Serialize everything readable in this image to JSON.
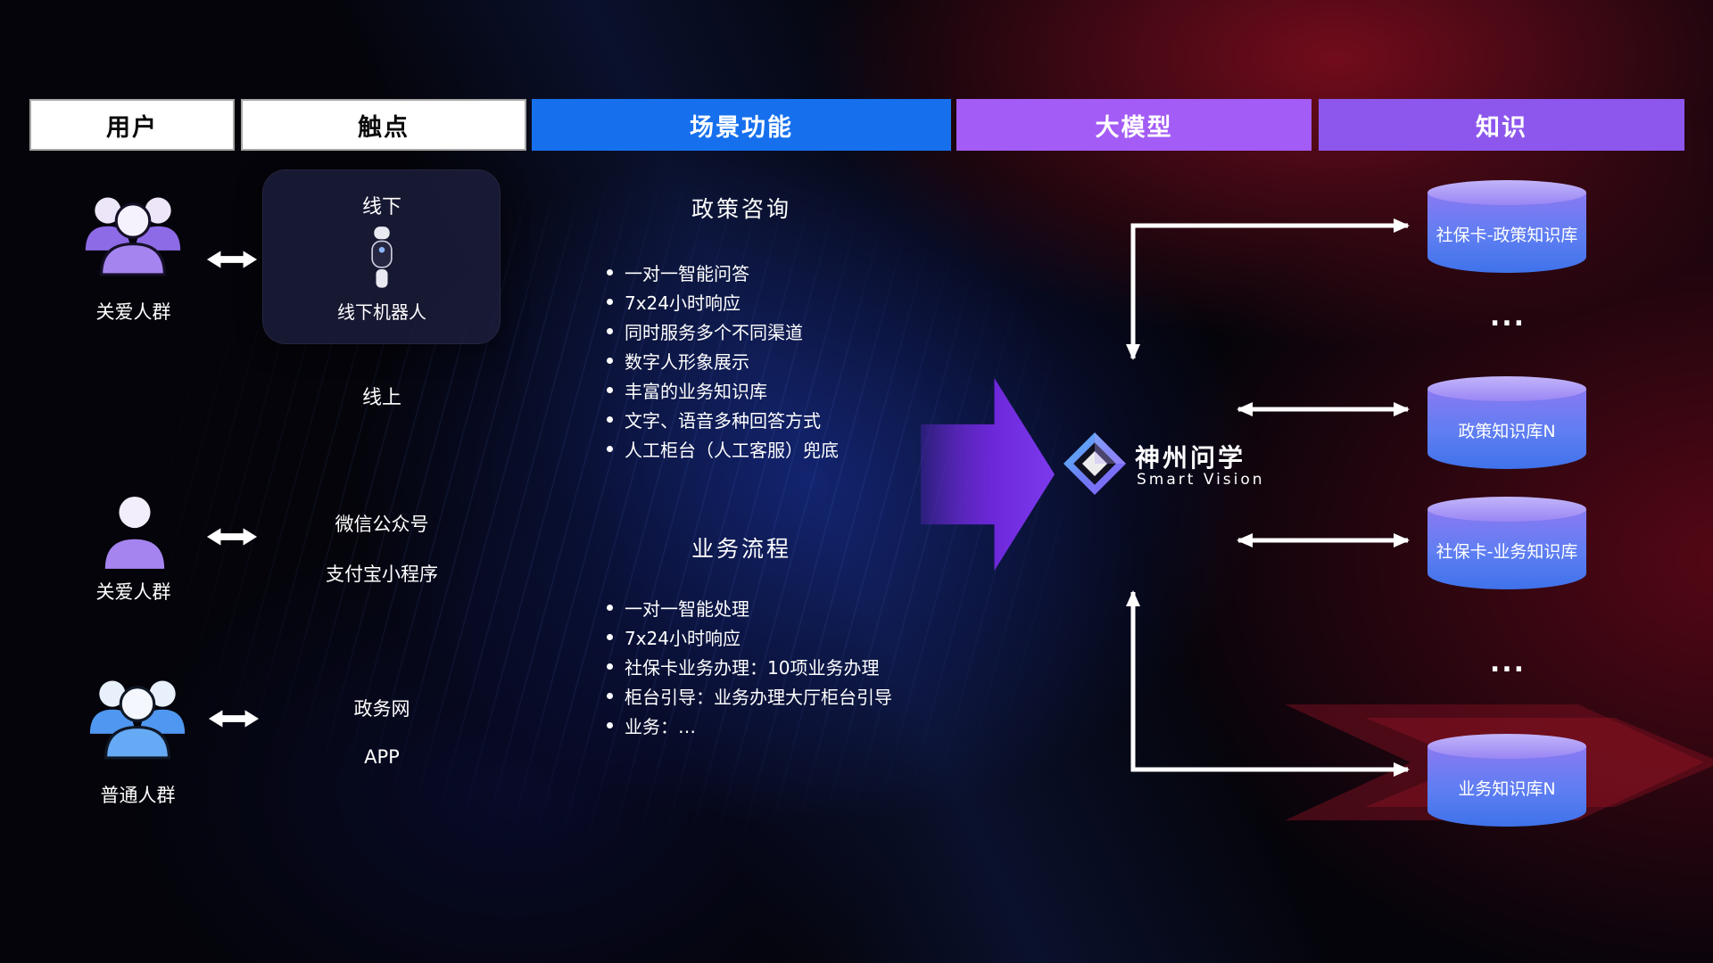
{
  "headers": [
    {
      "label": "用户"
    },
    {
      "label": "触点"
    },
    {
      "label": "场景功能"
    },
    {
      "label": "大模型"
    },
    {
      "label": "知识"
    }
  ],
  "users": [
    {
      "label": "关爱人群"
    },
    {
      "label": "关爱人群"
    },
    {
      "label": "普通人群"
    }
  ],
  "touchpoints": {
    "offline_title": "线下",
    "offline_robot_label": "线下机器人",
    "online_title": "线上",
    "channels": [
      "微信公众号",
      "支付宝小程序",
      "政务网",
      "APP"
    ]
  },
  "scenarios": [
    {
      "title": "政策咨询",
      "items": [
        "一对一智能问答",
        "7x24小时响应",
        "同时服务多个不同渠道",
        "数字人形象展示",
        "丰富的业务知识库",
        "文字、语音多种回答方式",
        "人工柜台（人工客服）兜底"
      ]
    },
    {
      "title": "业务流程",
      "items": [
        "一对一智能处理",
        "7x24小时响应",
        "社保卡业务办理：10项业务办理",
        "柜台引导：业务办理大厅柜台引导",
        "业务：…"
      ]
    }
  ],
  "model": {
    "name": "神州问学",
    "subtitle": "Smart Vision"
  },
  "knowledge": {
    "nodes": [
      {
        "label": "社保卡-政策知识库"
      },
      {
        "label": "..."
      },
      {
        "label": "政策知识库N"
      },
      {
        "label": "社保卡-业务知识库"
      },
      {
        "label": "..."
      },
      {
        "label": "业务知识库N"
      }
    ]
  },
  "colors": {
    "header_blue": "#1670ee",
    "header_purple_model": "#a35cf5",
    "header_purple_knowledge": "#8d57ee",
    "accent_purple": "#7c3aed",
    "cylinder_top": "#a99af6",
    "cylinder_body": "#4679ef",
    "arrow_white": "#ffffff"
  }
}
